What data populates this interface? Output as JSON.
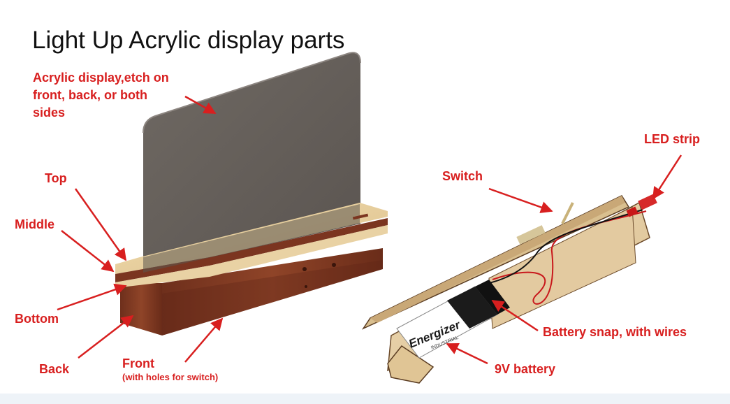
{
  "title": "Light Up Acrylic display parts",
  "labels": {
    "acrylic": [
      "Acrylic display,etch on",
      "front, back, or both",
      "sides"
    ],
    "top": "Top",
    "middle": "Middle",
    "bottom": "Bottom",
    "back": "Back",
    "front": "Front",
    "front_note": "(with holes for switch)",
    "switch": "Switch",
    "led_strip": "LED strip",
    "battery_snap": "Battery snap, with wires",
    "battery_9v": "9V battery"
  },
  "battery_brand": "Energizer",
  "battery_sub": "INDUSTRIAL",
  "colors": {
    "label_red": "#d81f1f",
    "acrylic_grey": "#6b6560",
    "light_wood": "#e7cfa0",
    "dark_wood": "#8a3d25"
  }
}
